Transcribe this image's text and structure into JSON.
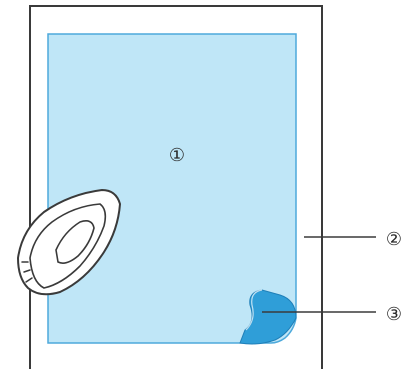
{
  "diagram": {
    "callouts": [
      {
        "label": "①",
        "meaning": ""
      },
      {
        "label": "②",
        "meaning": ""
      },
      {
        "label": "③",
        "meaning": ""
      }
    ],
    "colors": {
      "stabilizer_fill": "#bfe6f7",
      "stabilizer_edge": "#4da9db",
      "fold_fill": "#2f9ed8",
      "fabric_outline": "#3a3a3a",
      "iron_fill": "#ffffff",
      "iron_outline": "#3a3a3a"
    },
    "icons": [
      "iron-icon"
    ]
  }
}
